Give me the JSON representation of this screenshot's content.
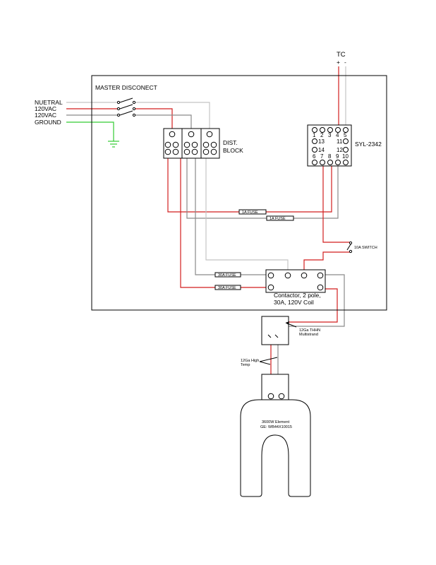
{
  "labels": {
    "tc": "TC",
    "tc_plus": "+",
    "tc_minus": "-",
    "master_disconnect": "MASTER DISCONECT",
    "neutral": "NUETRAL",
    "vac1": "120VAC",
    "vac2": "120VAC",
    "ground": "GROUND",
    "dist_block_1": "DIST.",
    "dist_block_2": "BLOCK",
    "controller": "SYL-2342",
    "fuse_1a_top": "1A FUSE",
    "fuse_1a_bottom": "1A FUSE",
    "switch_10a": "10A SWITCH",
    "fuse_30a_top": "30A FUSE",
    "fuse_30a_bottom": "30A FUSE",
    "contactor_1": "Contactor, 2 pole,",
    "contactor_2": "30A, 120V Coil",
    "thhn_1": "12Ga THHN",
    "thhn_2": "Multistrand",
    "hightemp_1": "12Ga High",
    "hightemp_2": "Temp",
    "element_1": "3600W Element",
    "element_2": "GE: WB44X10015"
  },
  "controller_terminals": {
    "top": [
      "1",
      "2",
      "3",
      "4",
      "5"
    ],
    "left": [
      "13",
      "14"
    ],
    "right": [
      "11",
      "12"
    ],
    "bottom": [
      "6",
      "7",
      "8",
      "9",
      "10"
    ]
  },
  "colors": {
    "hot": "#d21f1f",
    "second_hot": "#8a8a8a",
    "neutral": "#c4c4c4",
    "ground": "#33cc33"
  }
}
